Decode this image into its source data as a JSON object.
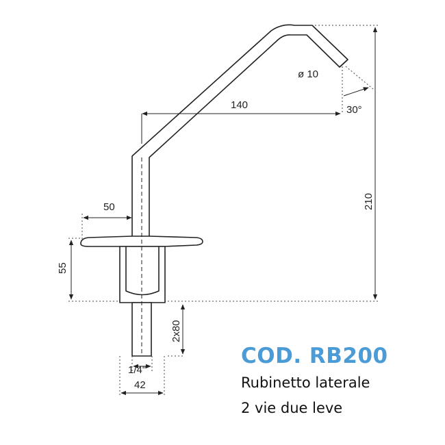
{
  "product": {
    "code": "COD. RB200",
    "description_line1": "Rubinetto laterale",
    "description_line2": "2 vie due leve"
  },
  "dimensions": {
    "diameter": "ø 10",
    "angle": "30°",
    "reach": "140",
    "height": "210",
    "base_offset": "50",
    "base_height": "55",
    "thread_length": "2x80",
    "thread": "1/4\"",
    "base_width": "42"
  },
  "colors": {
    "accent": "#4a9bd6",
    "line": "#222222"
  }
}
